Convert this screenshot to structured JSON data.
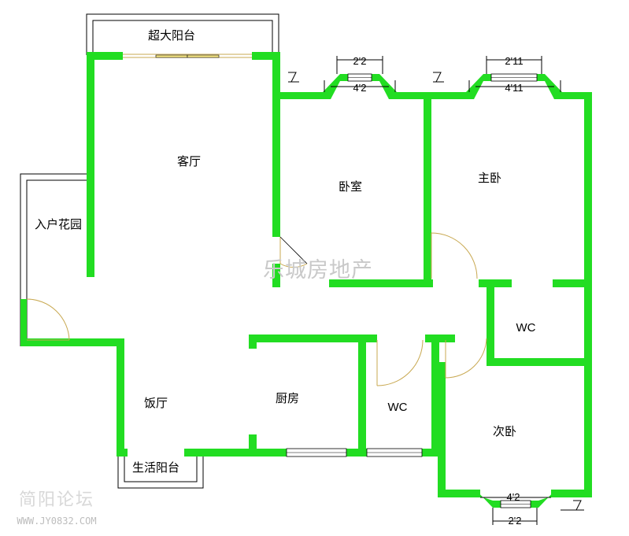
{
  "rooms": {
    "balcony_big": "超大阳台",
    "living": "客厅",
    "bedroom": "卧室",
    "master": "主卧",
    "entry_garden": "入户花园",
    "wc1": "WC",
    "dining": "饭厅",
    "kitchen": "厨房",
    "wc2": "WC",
    "second_bedroom": "次卧",
    "service_balcony": "生活阳台"
  },
  "dimensions": {
    "bedroom_window_inner": "2'2",
    "bedroom_window_outer": "4'2",
    "master_window_inner": "2'11",
    "master_window_outer": "4'11",
    "second_window_outer": "4'2",
    "second_window_inner": "2'2"
  },
  "watermarks": {
    "center": "乐城房地产",
    "forum": "简阳论坛",
    "url": "WWW.JY0832.COM"
  },
  "colors": {
    "wall": "#22dd22",
    "background": "#ffffff",
    "line": "#000000"
  }
}
